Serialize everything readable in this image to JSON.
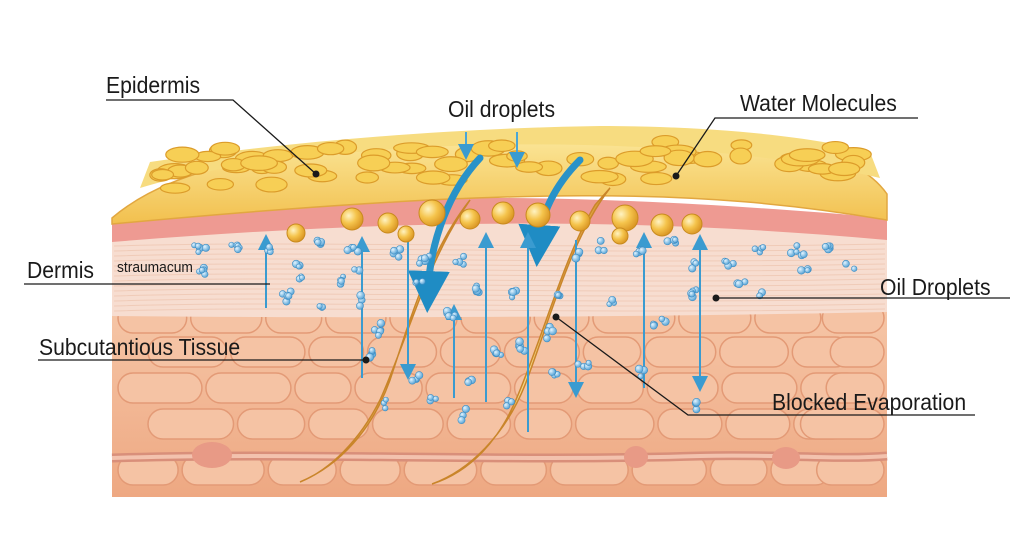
{
  "labels": {
    "epidermis": "Epidermis",
    "oil_droplets_top": "Oil droplets",
    "water_molecules": "Water Molecules",
    "dermis": "Dermis",
    "straumacum": "straumacum",
    "oil_droplets_right": "Oil Droplets",
    "subcutaneous": "Subcutantious Tissue",
    "blocked_evaporation": "Blocked Evaporation"
  },
  "colors": {
    "epidermis_fill": "#f6d46a",
    "oil_droplet": "#f2b83a",
    "water_molecule": "#5fa9d8",
    "arrow_blue": "#2e94c8",
    "hair_gold": "#e9b24e",
    "dermis_fill": "#f6d9c8",
    "tissue_fill": "#f2b795"
  }
}
